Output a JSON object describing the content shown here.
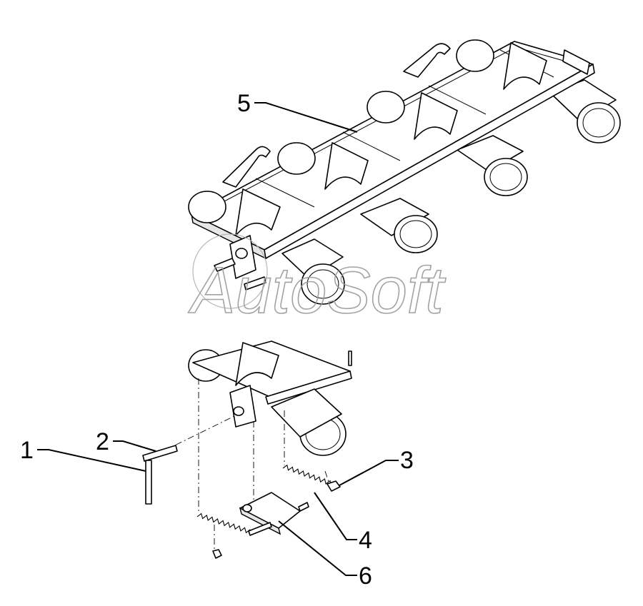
{
  "watermark": {
    "text": "AutoSoft"
  },
  "callouts": [
    {
      "id": "1",
      "label": "1"
    },
    {
      "id": "2",
      "label": "2"
    },
    {
      "id": "3",
      "label": "3"
    },
    {
      "id": "4",
      "label": "4"
    },
    {
      "id": "5",
      "label": "5"
    },
    {
      "id": "6",
      "label": "6"
    }
  ],
  "colors": {
    "line": "#000000",
    "background": "#ffffff",
    "watermark": "#9a9a9a"
  }
}
